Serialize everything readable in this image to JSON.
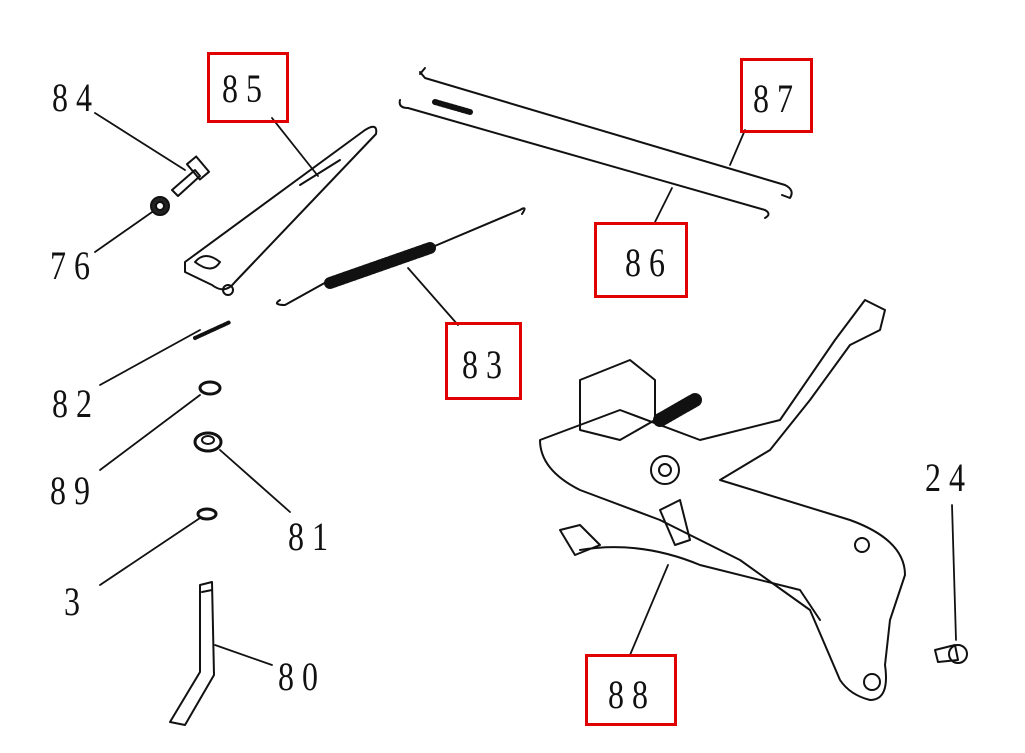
{
  "diagram": {
    "callouts": [
      {
        "id": "84",
        "highlighted": false
      },
      {
        "id": "85",
        "highlighted": true
      },
      {
        "id": "87",
        "highlighted": true
      },
      {
        "id": "86",
        "highlighted": true
      },
      {
        "id": "83",
        "highlighted": true
      },
      {
        "id": "76",
        "highlighted": false
      },
      {
        "id": "82",
        "highlighted": false
      },
      {
        "id": "89",
        "highlighted": false
      },
      {
        "id": "81",
        "highlighted": false
      },
      {
        "id": "3",
        "highlighted": false
      },
      {
        "id": "80",
        "highlighted": false
      },
      {
        "id": "24",
        "highlighted": false
      },
      {
        "id": "88",
        "highlighted": true
      }
    ],
    "highlight_color": "#e00000"
  }
}
